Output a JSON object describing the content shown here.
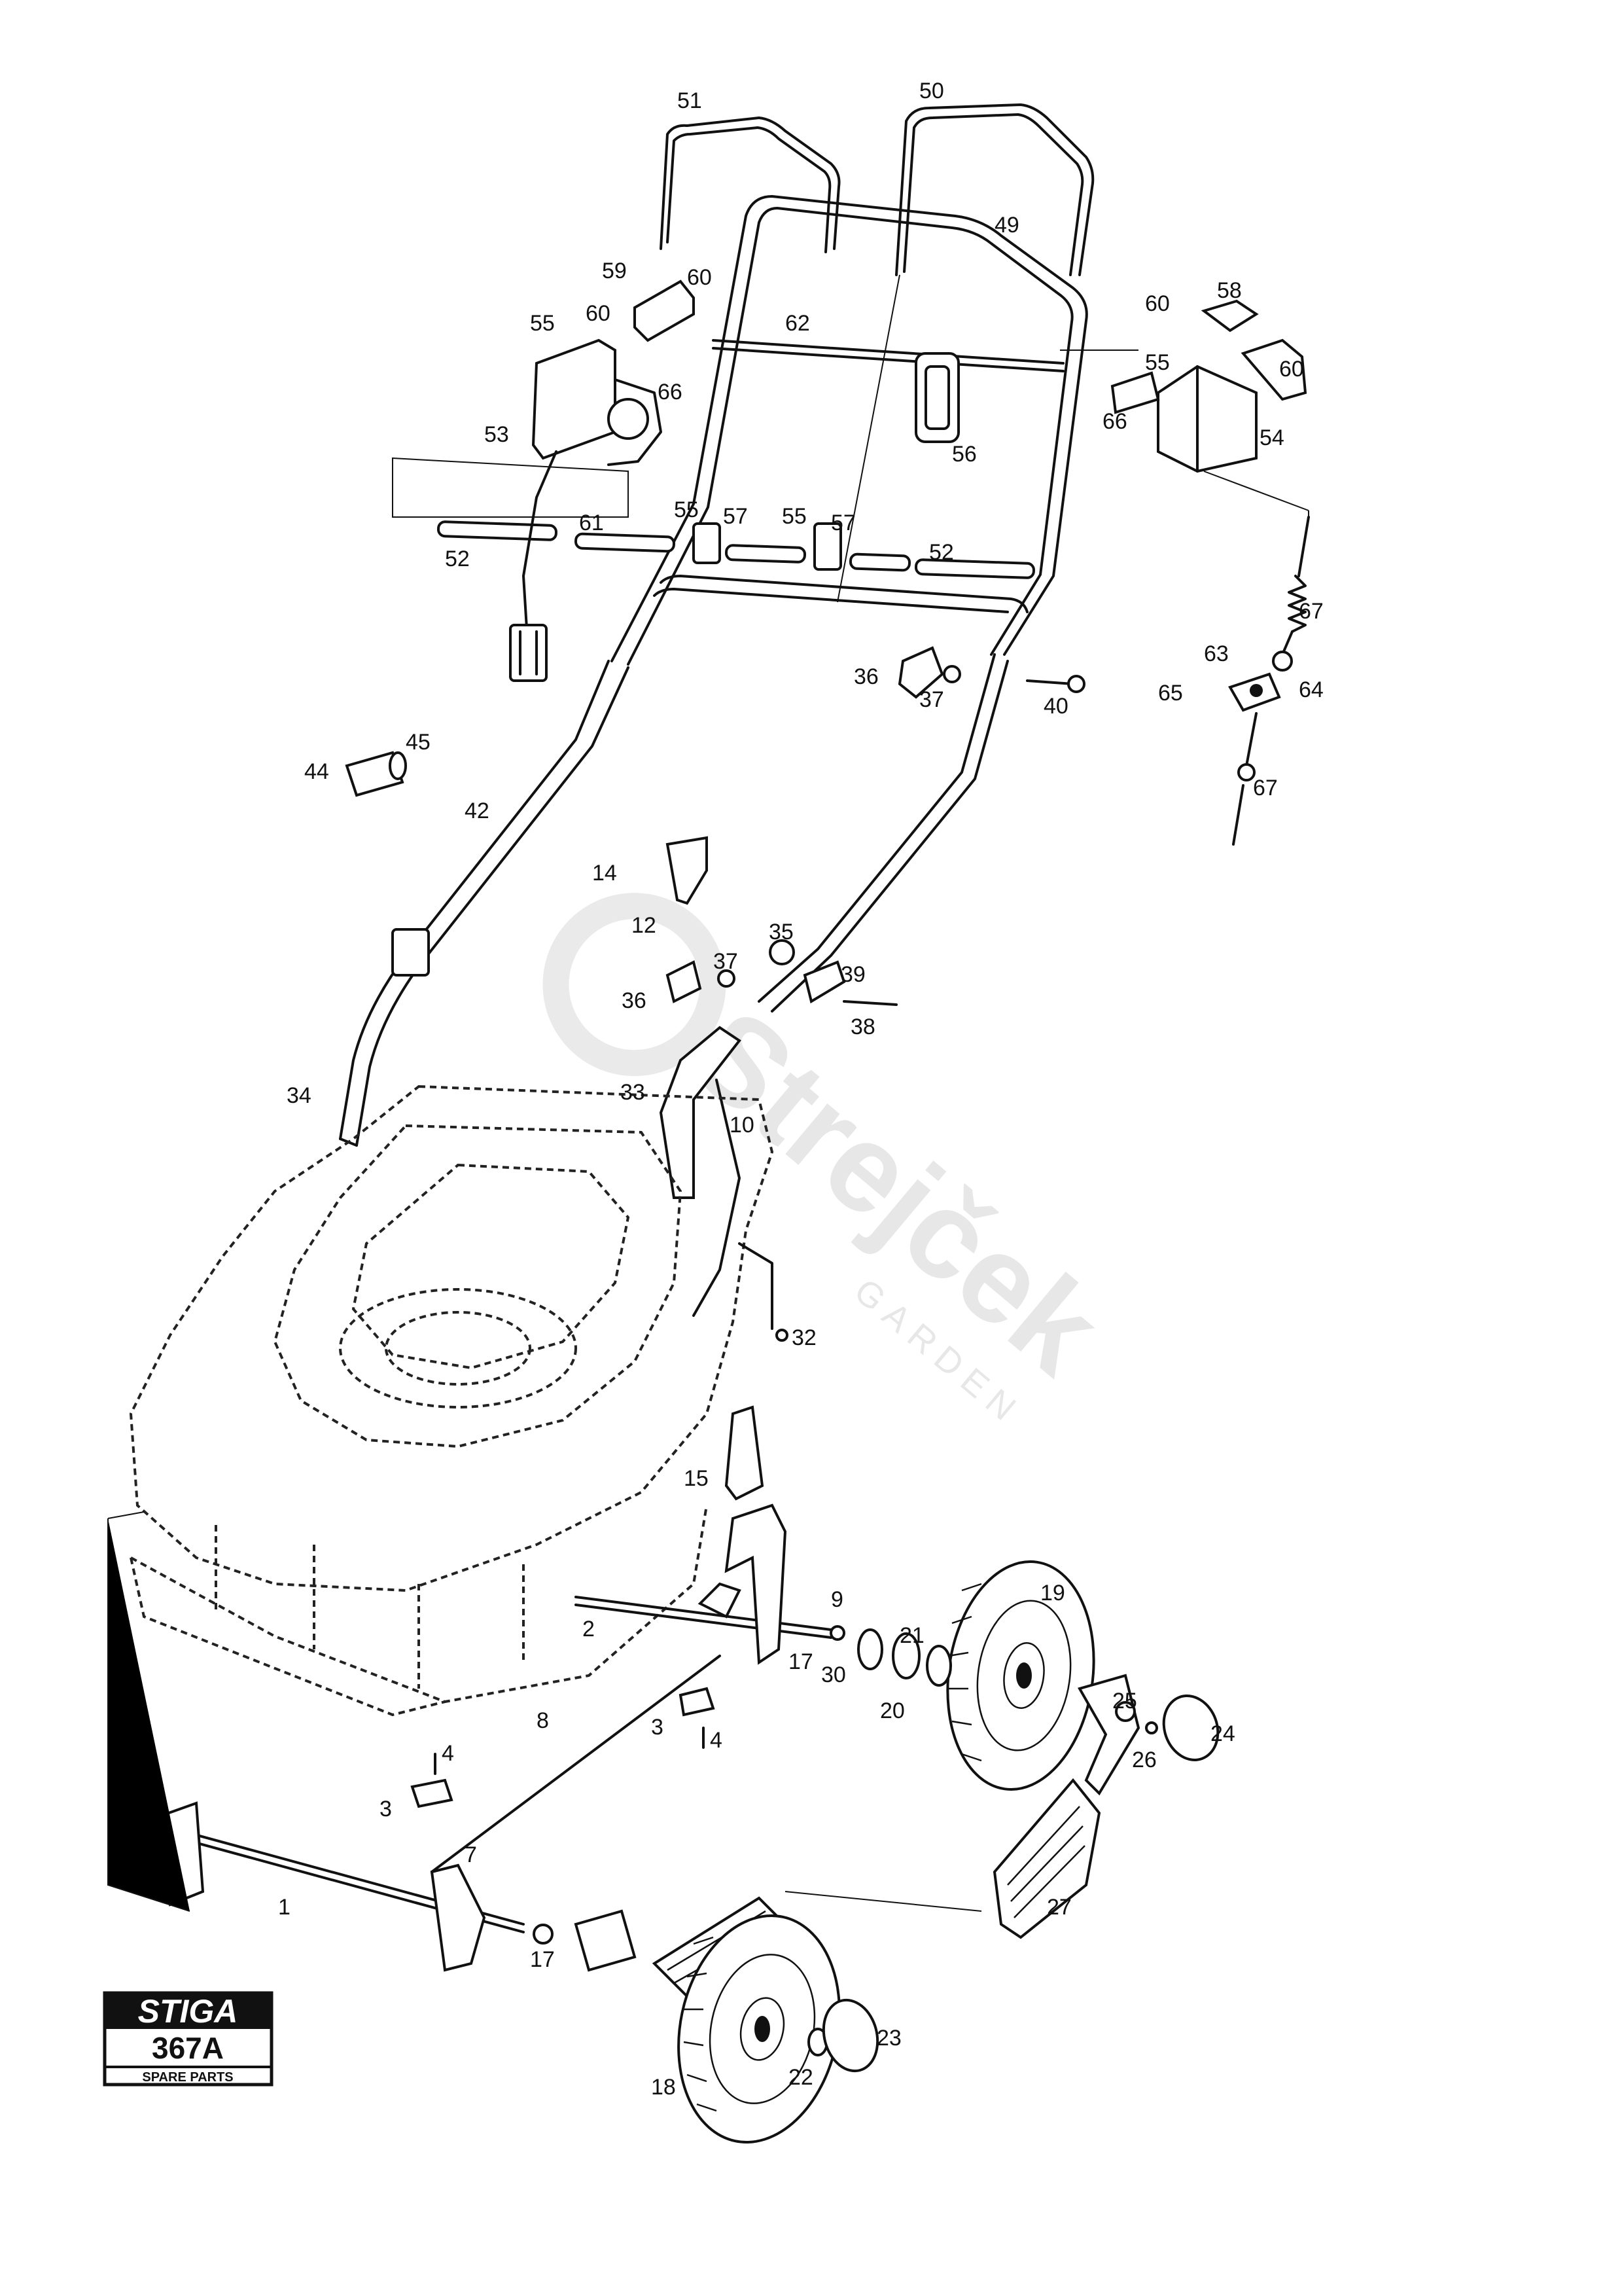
{
  "watermark": {
    "name": "Strejček",
    "sub": "GARDEN"
  },
  "logo": {
    "brand": "STIGA",
    "model": "367A",
    "subtitle": "SPARE PARTS"
  },
  "callouts": [
    {
      "id": "c51",
      "text": "51"
    },
    {
      "id": "c50",
      "text": "50"
    },
    {
      "id": "c49",
      "text": "49"
    },
    {
      "id": "c59",
      "text": "59"
    },
    {
      "id": "c60a",
      "text": "60"
    },
    {
      "id": "c55a",
      "text": "55"
    },
    {
      "id": "c60b",
      "text": "60"
    },
    {
      "id": "c62",
      "text": "62"
    },
    {
      "id": "c60c",
      "text": "60"
    },
    {
      "id": "c58",
      "text": "58"
    },
    {
      "id": "c55b",
      "text": "55"
    },
    {
      "id": "c60d",
      "text": "60"
    },
    {
      "id": "c66a",
      "text": "66"
    },
    {
      "id": "c53",
      "text": "53"
    },
    {
      "id": "c56",
      "text": "56"
    },
    {
      "id": "c66b",
      "text": "66"
    },
    {
      "id": "c54",
      "text": "54"
    },
    {
      "id": "c55c",
      "text": "55"
    },
    {
      "id": "c57a",
      "text": "57"
    },
    {
      "id": "c55d",
      "text": "55"
    },
    {
      "id": "c57b",
      "text": "57"
    },
    {
      "id": "c61",
      "text": "61"
    },
    {
      "id": "c52a",
      "text": "52"
    },
    {
      "id": "c52b",
      "text": "52"
    },
    {
      "id": "c67a",
      "text": "67"
    },
    {
      "id": "c63",
      "text": "63"
    },
    {
      "id": "c36a",
      "text": "36"
    },
    {
      "id": "c37a",
      "text": "37"
    },
    {
      "id": "c40",
      "text": "40"
    },
    {
      "id": "c65",
      "text": "65"
    },
    {
      "id": "c64",
      "text": "64"
    },
    {
      "id": "c44",
      "text": "44"
    },
    {
      "id": "c45",
      "text": "45"
    },
    {
      "id": "c67b",
      "text": "67"
    },
    {
      "id": "c42",
      "text": "42"
    },
    {
      "id": "c14",
      "text": "14"
    },
    {
      "id": "c12",
      "text": "12"
    },
    {
      "id": "c35",
      "text": "35"
    },
    {
      "id": "c37b",
      "text": "37"
    },
    {
      "id": "c39",
      "text": "39"
    },
    {
      "id": "c36b",
      "text": "36"
    },
    {
      "id": "c38",
      "text": "38"
    },
    {
      "id": "c34",
      "text": "34"
    },
    {
      "id": "c33",
      "text": "33"
    },
    {
      "id": "c10",
      "text": "10"
    },
    {
      "id": "c32",
      "text": "32"
    },
    {
      "id": "c15",
      "text": "15"
    },
    {
      "id": "c9",
      "text": "9"
    },
    {
      "id": "c19",
      "text": "19"
    },
    {
      "id": "c2",
      "text": "2"
    },
    {
      "id": "c21",
      "text": "21"
    },
    {
      "id": "c17a",
      "text": "17"
    },
    {
      "id": "c30",
      "text": "30"
    },
    {
      "id": "c20",
      "text": "20"
    },
    {
      "id": "c25",
      "text": "25"
    },
    {
      "id": "c3a",
      "text": "3"
    },
    {
      "id": "c4a",
      "text": "4"
    },
    {
      "id": "c8",
      "text": "8"
    },
    {
      "id": "c24",
      "text": "24"
    },
    {
      "id": "c26",
      "text": "26"
    },
    {
      "id": "c4b",
      "text": "4"
    },
    {
      "id": "c3b",
      "text": "3"
    },
    {
      "id": "c7",
      "text": "7"
    },
    {
      "id": "c27",
      "text": "27"
    },
    {
      "id": "c1",
      "text": "1"
    },
    {
      "id": "c17b",
      "text": "17"
    },
    {
      "id": "c23",
      "text": "23"
    },
    {
      "id": "c22",
      "text": "22"
    },
    {
      "id": "c18",
      "text": "18"
    }
  ]
}
